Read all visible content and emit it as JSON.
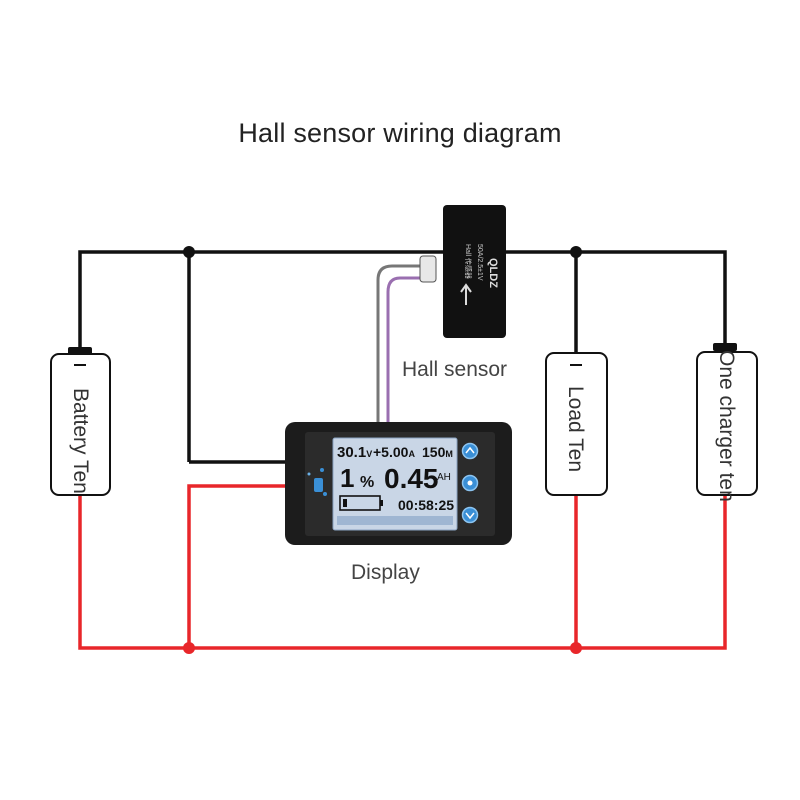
{
  "title": "Hall sensor wiring diagram",
  "labels": {
    "hall_sensor": "Hall sensor",
    "display": "Display",
    "battery": "Battery Ten",
    "load": "Load Ten",
    "charger": "One charger ten"
  },
  "screen": {
    "voltage": "30.1",
    "voltage_unit": "V",
    "current": "+5.00",
    "current_unit": "A",
    "time_rem": "150",
    "time_unit": "M",
    "percent": "1",
    "percent_unit": "%",
    "capacity": "0.45",
    "capacity_unit": "AH",
    "clock": "00:58:25"
  },
  "sensor_text": [
    "QLDZ",
    "50A/2.5±1V",
    "Hall 传感器"
  ],
  "colors": {
    "positive_wire": "#e8262a",
    "negative_wire": "#111111",
    "lcd_background": "#c9d6e6",
    "display_body": "#1c1c1c",
    "sensor_body": "#111111",
    "button": "#3a8fd6"
  }
}
